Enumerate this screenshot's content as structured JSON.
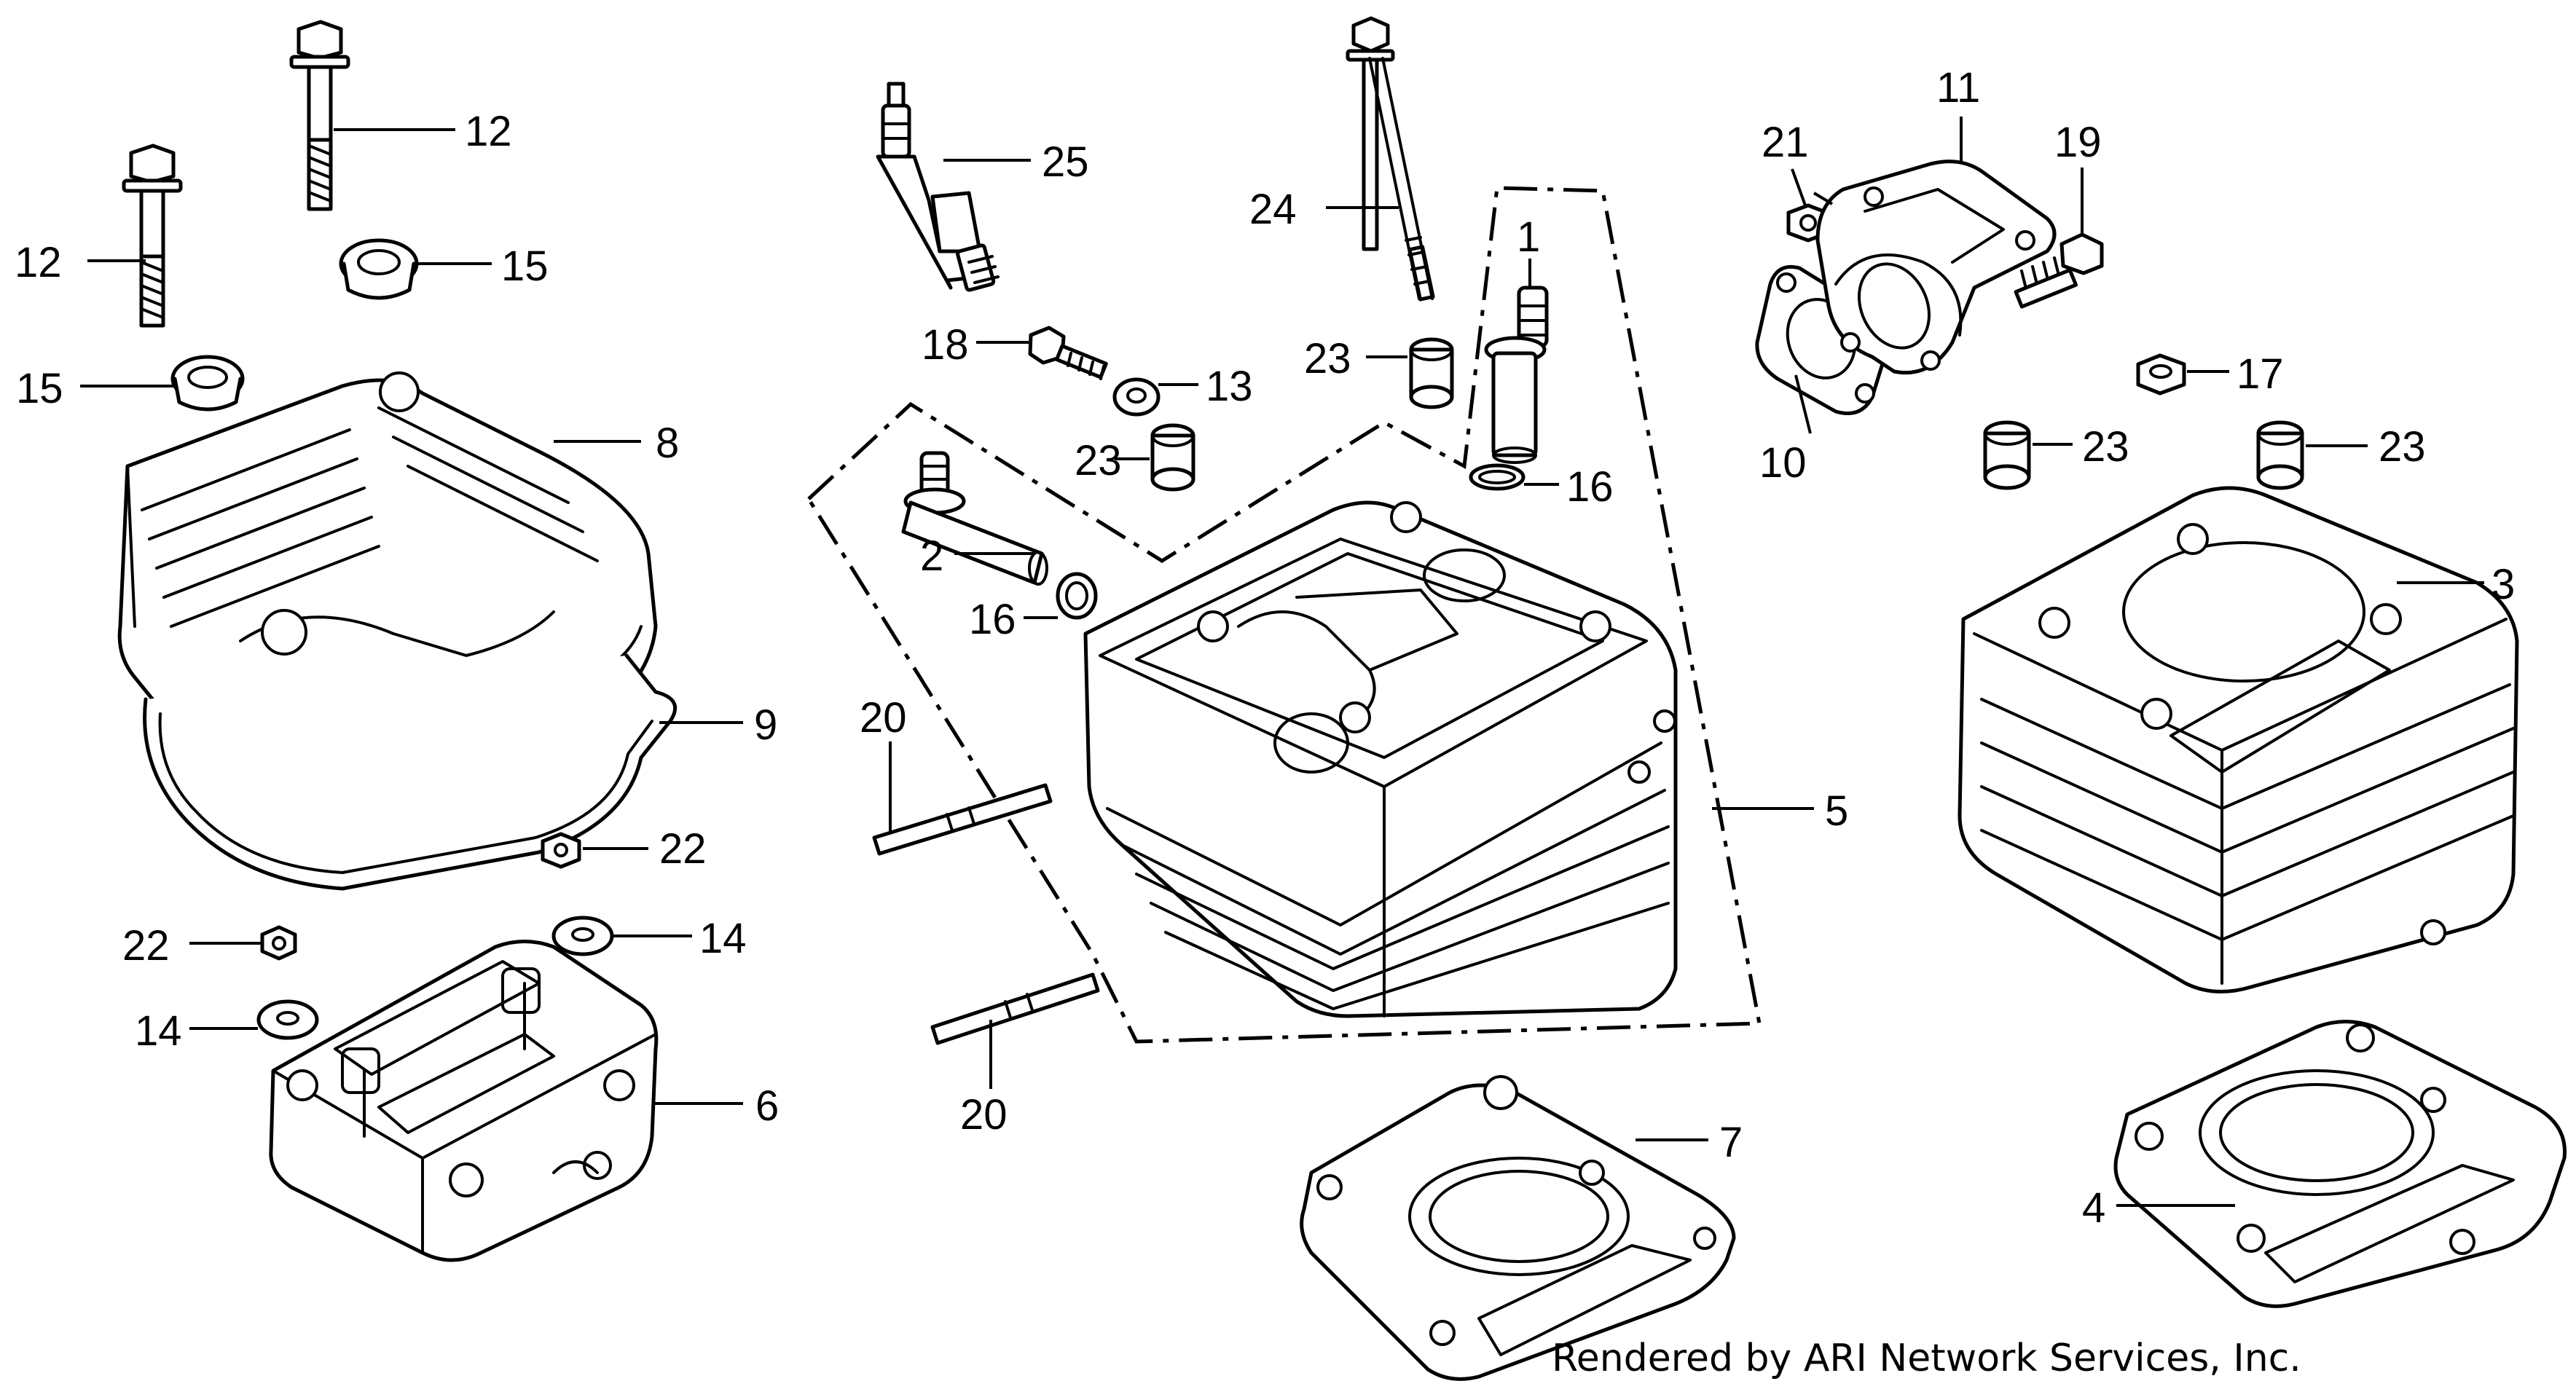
{
  "callouts": [
    {
      "id": "12a",
      "text": "12"
    },
    {
      "id": "12b",
      "text": "12"
    },
    {
      "id": "15a",
      "text": "15"
    },
    {
      "id": "15b",
      "text": "15"
    },
    {
      "id": "8",
      "text": "8"
    },
    {
      "id": "9",
      "text": "9"
    },
    {
      "id": "22a",
      "text": "22"
    },
    {
      "id": "22b",
      "text": "22"
    },
    {
      "id": "14a",
      "text": "14"
    },
    {
      "id": "14b",
      "text": "14"
    },
    {
      "id": "6",
      "text": "6"
    },
    {
      "id": "25",
      "text": "25"
    },
    {
      "id": "18",
      "text": "18"
    },
    {
      "id": "13",
      "text": "13"
    },
    {
      "id": "23a",
      "text": "23"
    },
    {
      "id": "23b",
      "text": "23"
    },
    {
      "id": "23c",
      "text": "23"
    },
    {
      "id": "23d",
      "text": "23"
    },
    {
      "id": "2",
      "text": "2"
    },
    {
      "id": "16a",
      "text": "16"
    },
    {
      "id": "16b",
      "text": "16"
    },
    {
      "id": "20a",
      "text": "20"
    },
    {
      "id": "20b",
      "text": "20"
    },
    {
      "id": "24",
      "text": "24"
    },
    {
      "id": "1",
      "text": "1"
    },
    {
      "id": "5",
      "text": "5"
    },
    {
      "id": "7",
      "text": "7"
    },
    {
      "id": "21",
      "text": "21"
    },
    {
      "id": "11",
      "text": "11"
    },
    {
      "id": "19",
      "text": "19"
    },
    {
      "id": "10",
      "text": "10"
    },
    {
      "id": "17",
      "text": "17"
    },
    {
      "id": "3",
      "text": "3"
    },
    {
      "id": "4",
      "text": "4"
    }
  ],
  "footer": {
    "credit": "Rendered by ARI Network Services, Inc."
  }
}
